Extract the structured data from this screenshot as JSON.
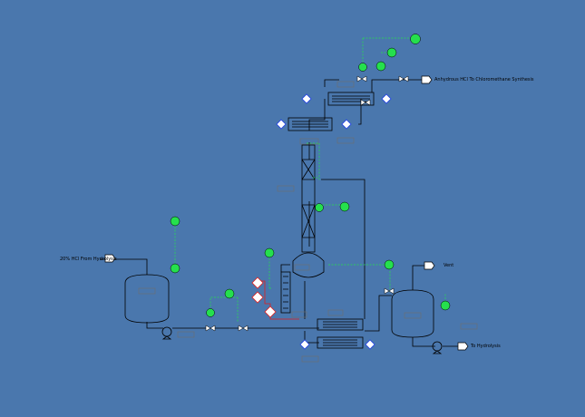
{
  "labels": {
    "feed_in": "20% HCl From Hydrolysis",
    "hcl_out": "Anhydrous HCl To Chloromethane Synthesis",
    "vent": "Vent",
    "to_hydrolysis": "To Hydrolysis"
  },
  "colors": {
    "background": "#4a77ad",
    "line": "#000000",
    "instrument": "#25e04d",
    "safety": "#e01e1e",
    "utility": "#1f3fe6",
    "tag": "#6f6f6f"
  }
}
